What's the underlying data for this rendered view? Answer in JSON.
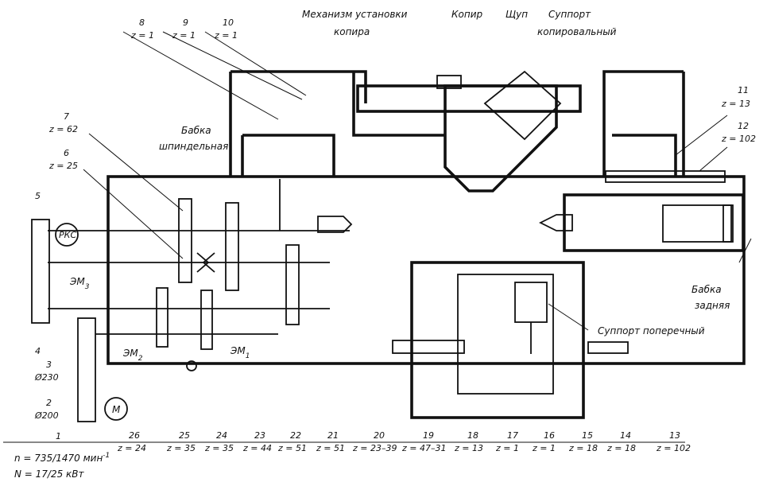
{
  "labels": {
    "mech_copy_1": "Механизм установки",
    "mech_copy_2": "копира",
    "kopir": "Копир",
    "shchup": "Щуп",
    "support_copy_1": "Суппорт",
    "support_copy_2": "копировальный",
    "spindle_1": "Бабка",
    "spindle_2": "шпиндельная",
    "tail_1": "Бабка",
    "tail_2": "задняя",
    "cross_support": "Суппорт поперечный",
    "rks": "РКС",
    "motor": "M",
    "em1": "ЭМ",
    "em1_sub": "1",
    "em2": "ЭМ",
    "em2_sub": "2",
    "em3": "ЭМ",
    "em3_sub": "3"
  },
  "parts": [
    {
      "num": "8",
      "z": "z = 1"
    },
    {
      "num": "9",
      "z": "z = 1"
    },
    {
      "num": "10",
      "z": "z = 1"
    },
    {
      "num": "7",
      "z": "z = 62"
    },
    {
      "num": "6",
      "z": "z = 25"
    },
    {
      "num": "5",
      "z": ""
    },
    {
      "num": "4",
      "z": ""
    },
    {
      "num": "3",
      "z": "Ø230"
    },
    {
      "num": "2",
      "z": "Ø200"
    },
    {
      "num": "1",
      "z": ""
    },
    {
      "num": "11",
      "z": "z = 13"
    },
    {
      "num": "12",
      "z": "z = 102"
    },
    {
      "num": "26",
      "z": "z = 24"
    },
    {
      "num": "25",
      "z": "z = 35"
    },
    {
      "num": "24",
      "z": "z = 35"
    },
    {
      "num": "23",
      "z": "z = 44"
    },
    {
      "num": "22",
      "z": "z = 51"
    },
    {
      "num": "21",
      "z": "z = 51"
    },
    {
      "num": "20",
      "z": "z = 23–39"
    },
    {
      "num": "19",
      "z": "z = 47–31"
    },
    {
      "num": "18",
      "z": "z = 13"
    },
    {
      "num": "17",
      "z": "z = 1"
    },
    {
      "num": "16",
      "z": "z = 1"
    },
    {
      "num": "15",
      "z": "z = 18"
    },
    {
      "num": "14",
      "z": "z = 18"
    },
    {
      "num": "13",
      "z": "z = 102"
    }
  ],
  "motor_specs": {
    "speed_line": "n = 735/1470 мин",
    "speed_exp": "-1",
    "power_line": "N = 17/25 кВт"
  }
}
